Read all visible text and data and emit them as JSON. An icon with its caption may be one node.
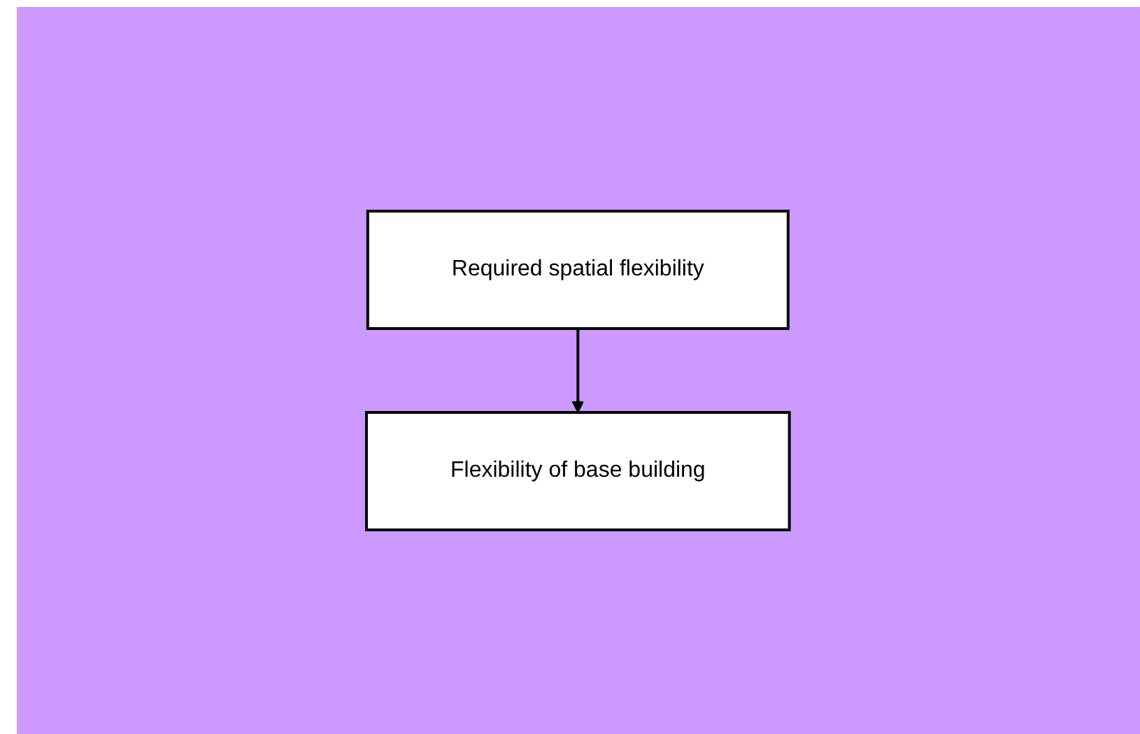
{
  "diagram": {
    "nodes": [
      {
        "text": [
          "Required spatial flexibility"
        ]
      },
      {
        "text": [
          "Flexibility of base building"
        ]
      }
    ],
    "edges": [
      {
        "from": 0,
        "to": 1,
        "arrow": "to"
      }
    ]
  }
}
